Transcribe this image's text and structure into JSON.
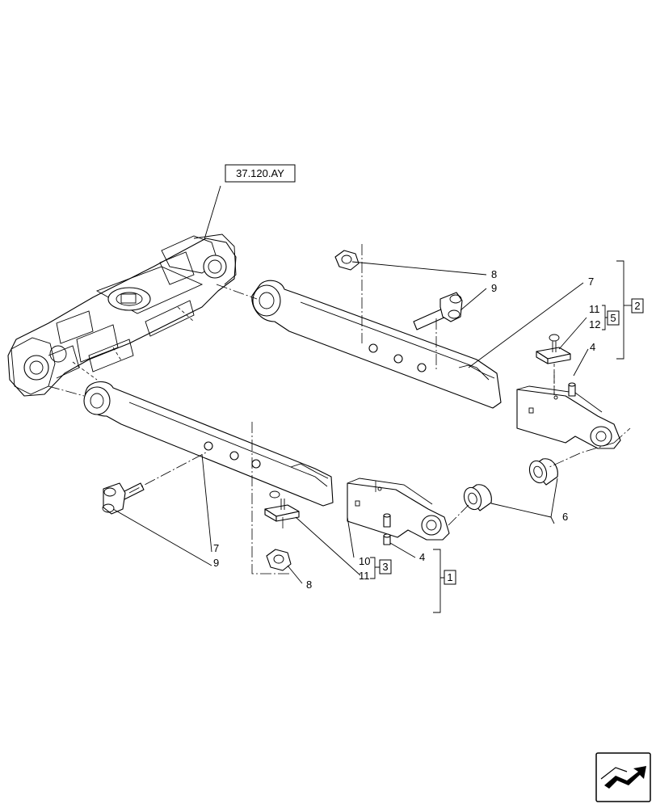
{
  "reference_label": "37.120.AY",
  "callouts": {
    "c8_top": "8",
    "c9_top": "9",
    "c7_top": "7",
    "c11_top": "11",
    "c12_top": "12",
    "c4_top": "4",
    "c6": "6",
    "c7_bottom": "7",
    "c9_bottom": "9",
    "c10": "10",
    "c11_bottom": "11",
    "c4_bottom": "4",
    "c8_bottom": "8"
  },
  "assemblies": {
    "a1": "1",
    "a2": "2",
    "a3": "3",
    "a5": "5"
  },
  "icons": {
    "nav": "next-page-arrow-icon"
  }
}
